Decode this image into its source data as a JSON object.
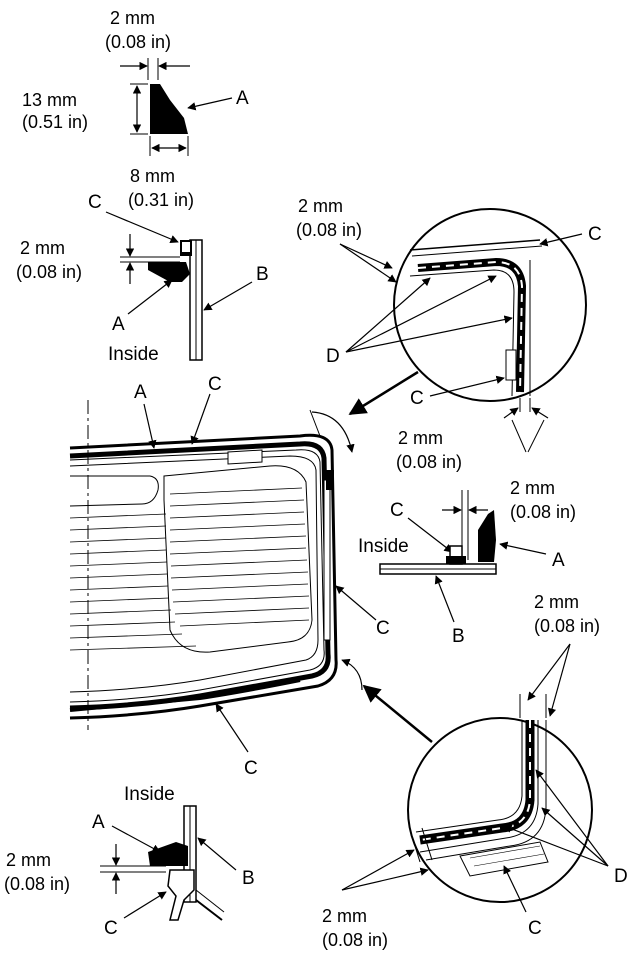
{
  "labels": {
    "A": "A",
    "B": "B",
    "C": "C",
    "D": "D",
    "inside": "Inside"
  },
  "dimensions": {
    "d2mm": "2 mm",
    "d2in": "(0.08 in)",
    "d13mm": "13 mm",
    "d13in": "(0.51 in)",
    "d8mm": "8 mm",
    "d8in": "(0.31 in)"
  },
  "colors": {
    "ink": "#000000",
    "paper": "#ffffff"
  }
}
